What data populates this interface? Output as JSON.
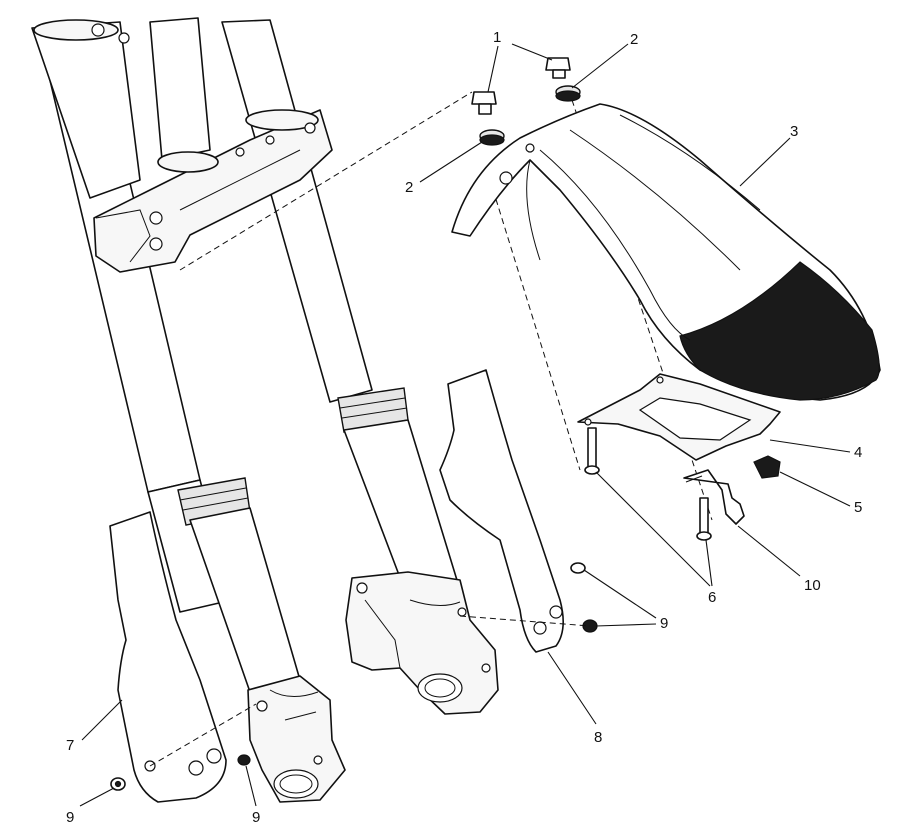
{
  "callouts": [
    {
      "id": "c1a",
      "label": "1"
    },
    {
      "id": "c2a",
      "label": "2"
    },
    {
      "id": "c3",
      "label": "3"
    },
    {
      "id": "c2b",
      "label": "2"
    },
    {
      "id": "c4",
      "label": "4"
    },
    {
      "id": "c5",
      "label": "5"
    },
    {
      "id": "c6",
      "label": "6"
    },
    {
      "id": "c10",
      "label": "10"
    },
    {
      "id": "c9a",
      "label": "9"
    },
    {
      "id": "c8",
      "label": "8"
    },
    {
      "id": "c7",
      "label": "7"
    },
    {
      "id": "c9b",
      "label": "9"
    },
    {
      "id": "c9c",
      "label": "9"
    }
  ],
  "parts": {
    "fork_assembly": "front-fork-assembly",
    "mudguard": "front-mudguard",
    "bracket": "mudguard-bracket",
    "left_guard": "fork-guard-left",
    "right_guard": "fork-guard-right"
  }
}
